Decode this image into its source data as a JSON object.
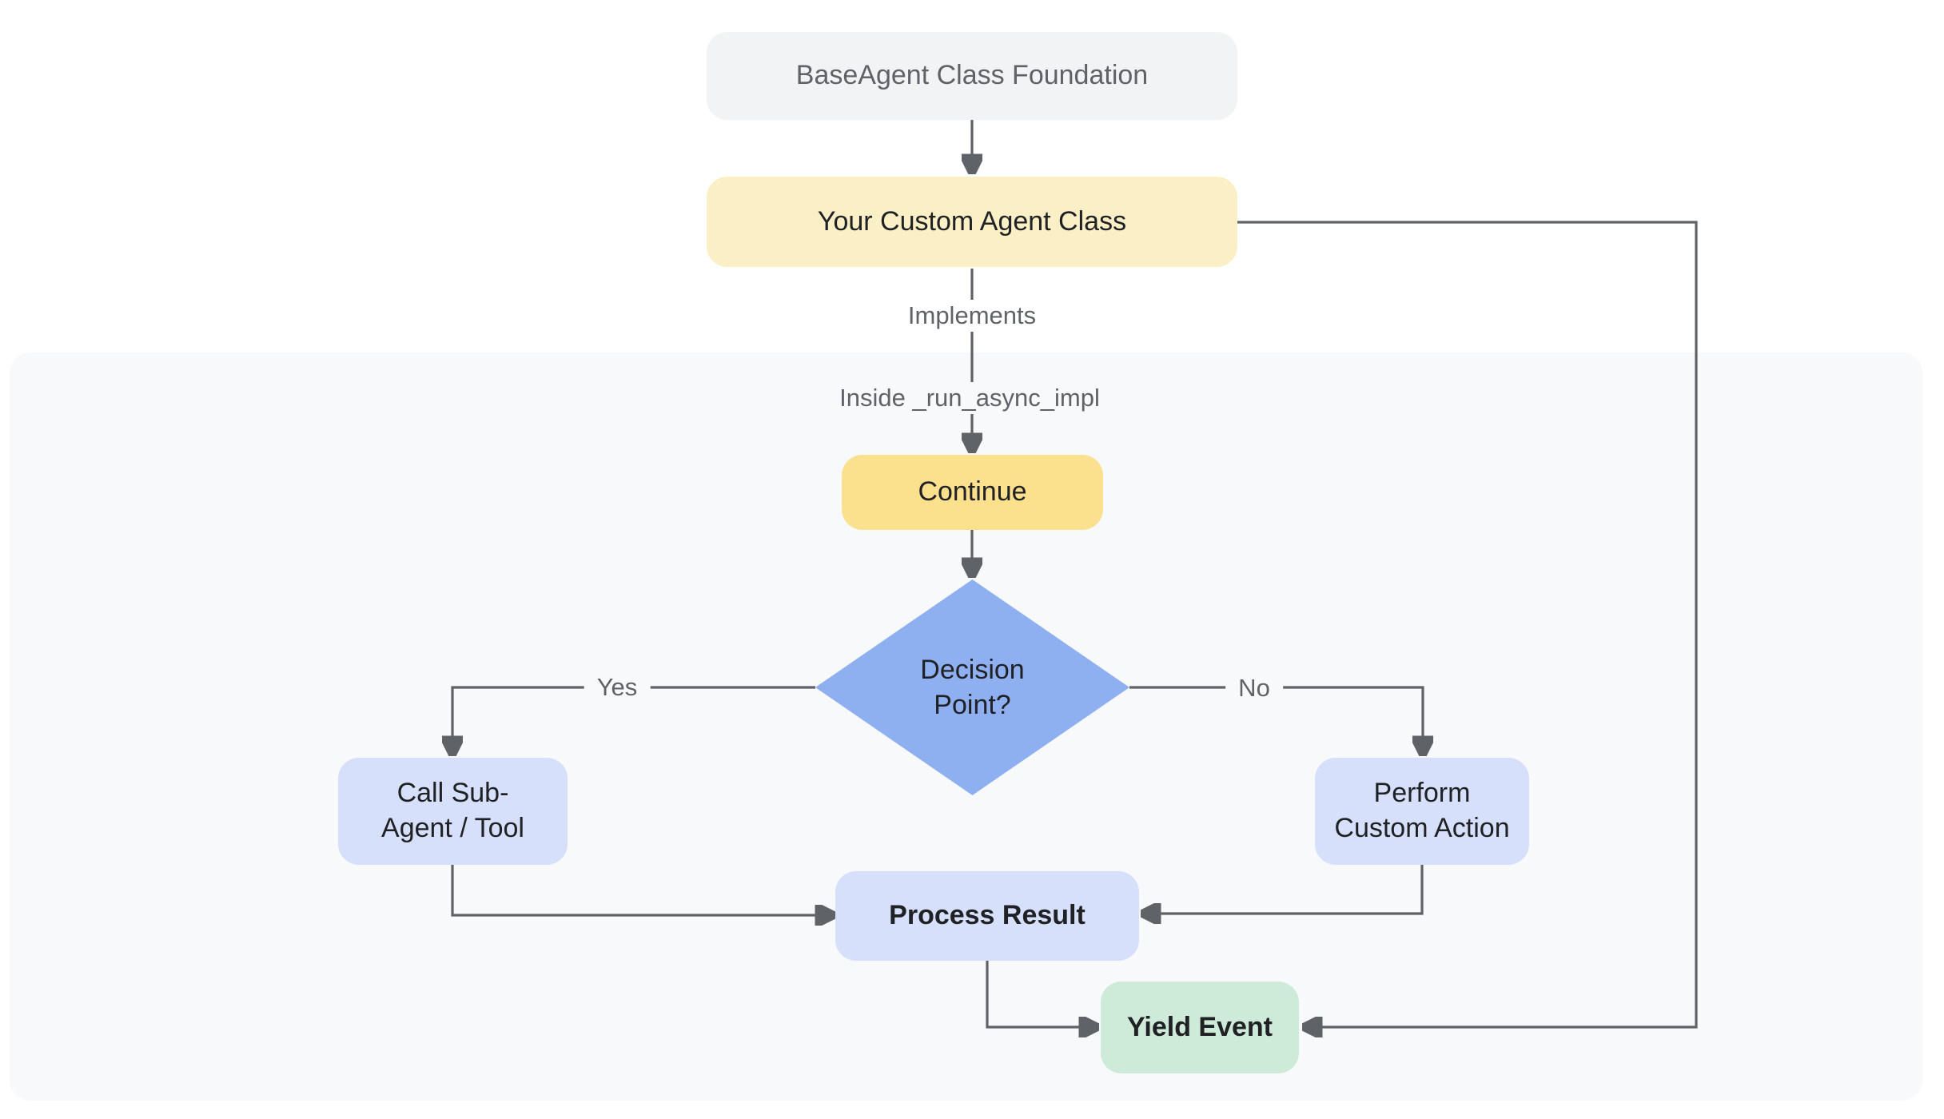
{
  "nodes": {
    "base_agent": {
      "label": "BaseAgent Class Foundation"
    },
    "custom_agent": {
      "label": "Your Custom Agent Class"
    },
    "continue_step": {
      "label": "Continue"
    },
    "decision": {
      "label": "Decision Point?"
    },
    "call_sub_agent": {
      "label": "Call Sub-Agent / Tool"
    },
    "perform_custom_action": {
      "label": "Perform Custom Action"
    },
    "process_result": {
      "label": "Process Result"
    },
    "yield_event": {
      "label": "Yield Event"
    }
  },
  "edge_labels": {
    "implements": "Implements",
    "inside_run_async_impl": "Inside _run_async_impl",
    "yes": "Yes",
    "no": "No"
  },
  "colors": {
    "canvas-bg": "#ffffff",
    "container-bg": "#f8f9fa",
    "node-gray-bg": "#f1f3f4",
    "node-cream-bg": "#fbefc5",
    "node-yellow-bg": "#fbe08d",
    "node-blue-bg": "#d6e0fa",
    "diamond-bg": "#8fb0f0",
    "node-green-bg": "#ceead8",
    "line": "#5f6368",
    "text-dark": "#202124",
    "text-gray": "#5f6368"
  }
}
